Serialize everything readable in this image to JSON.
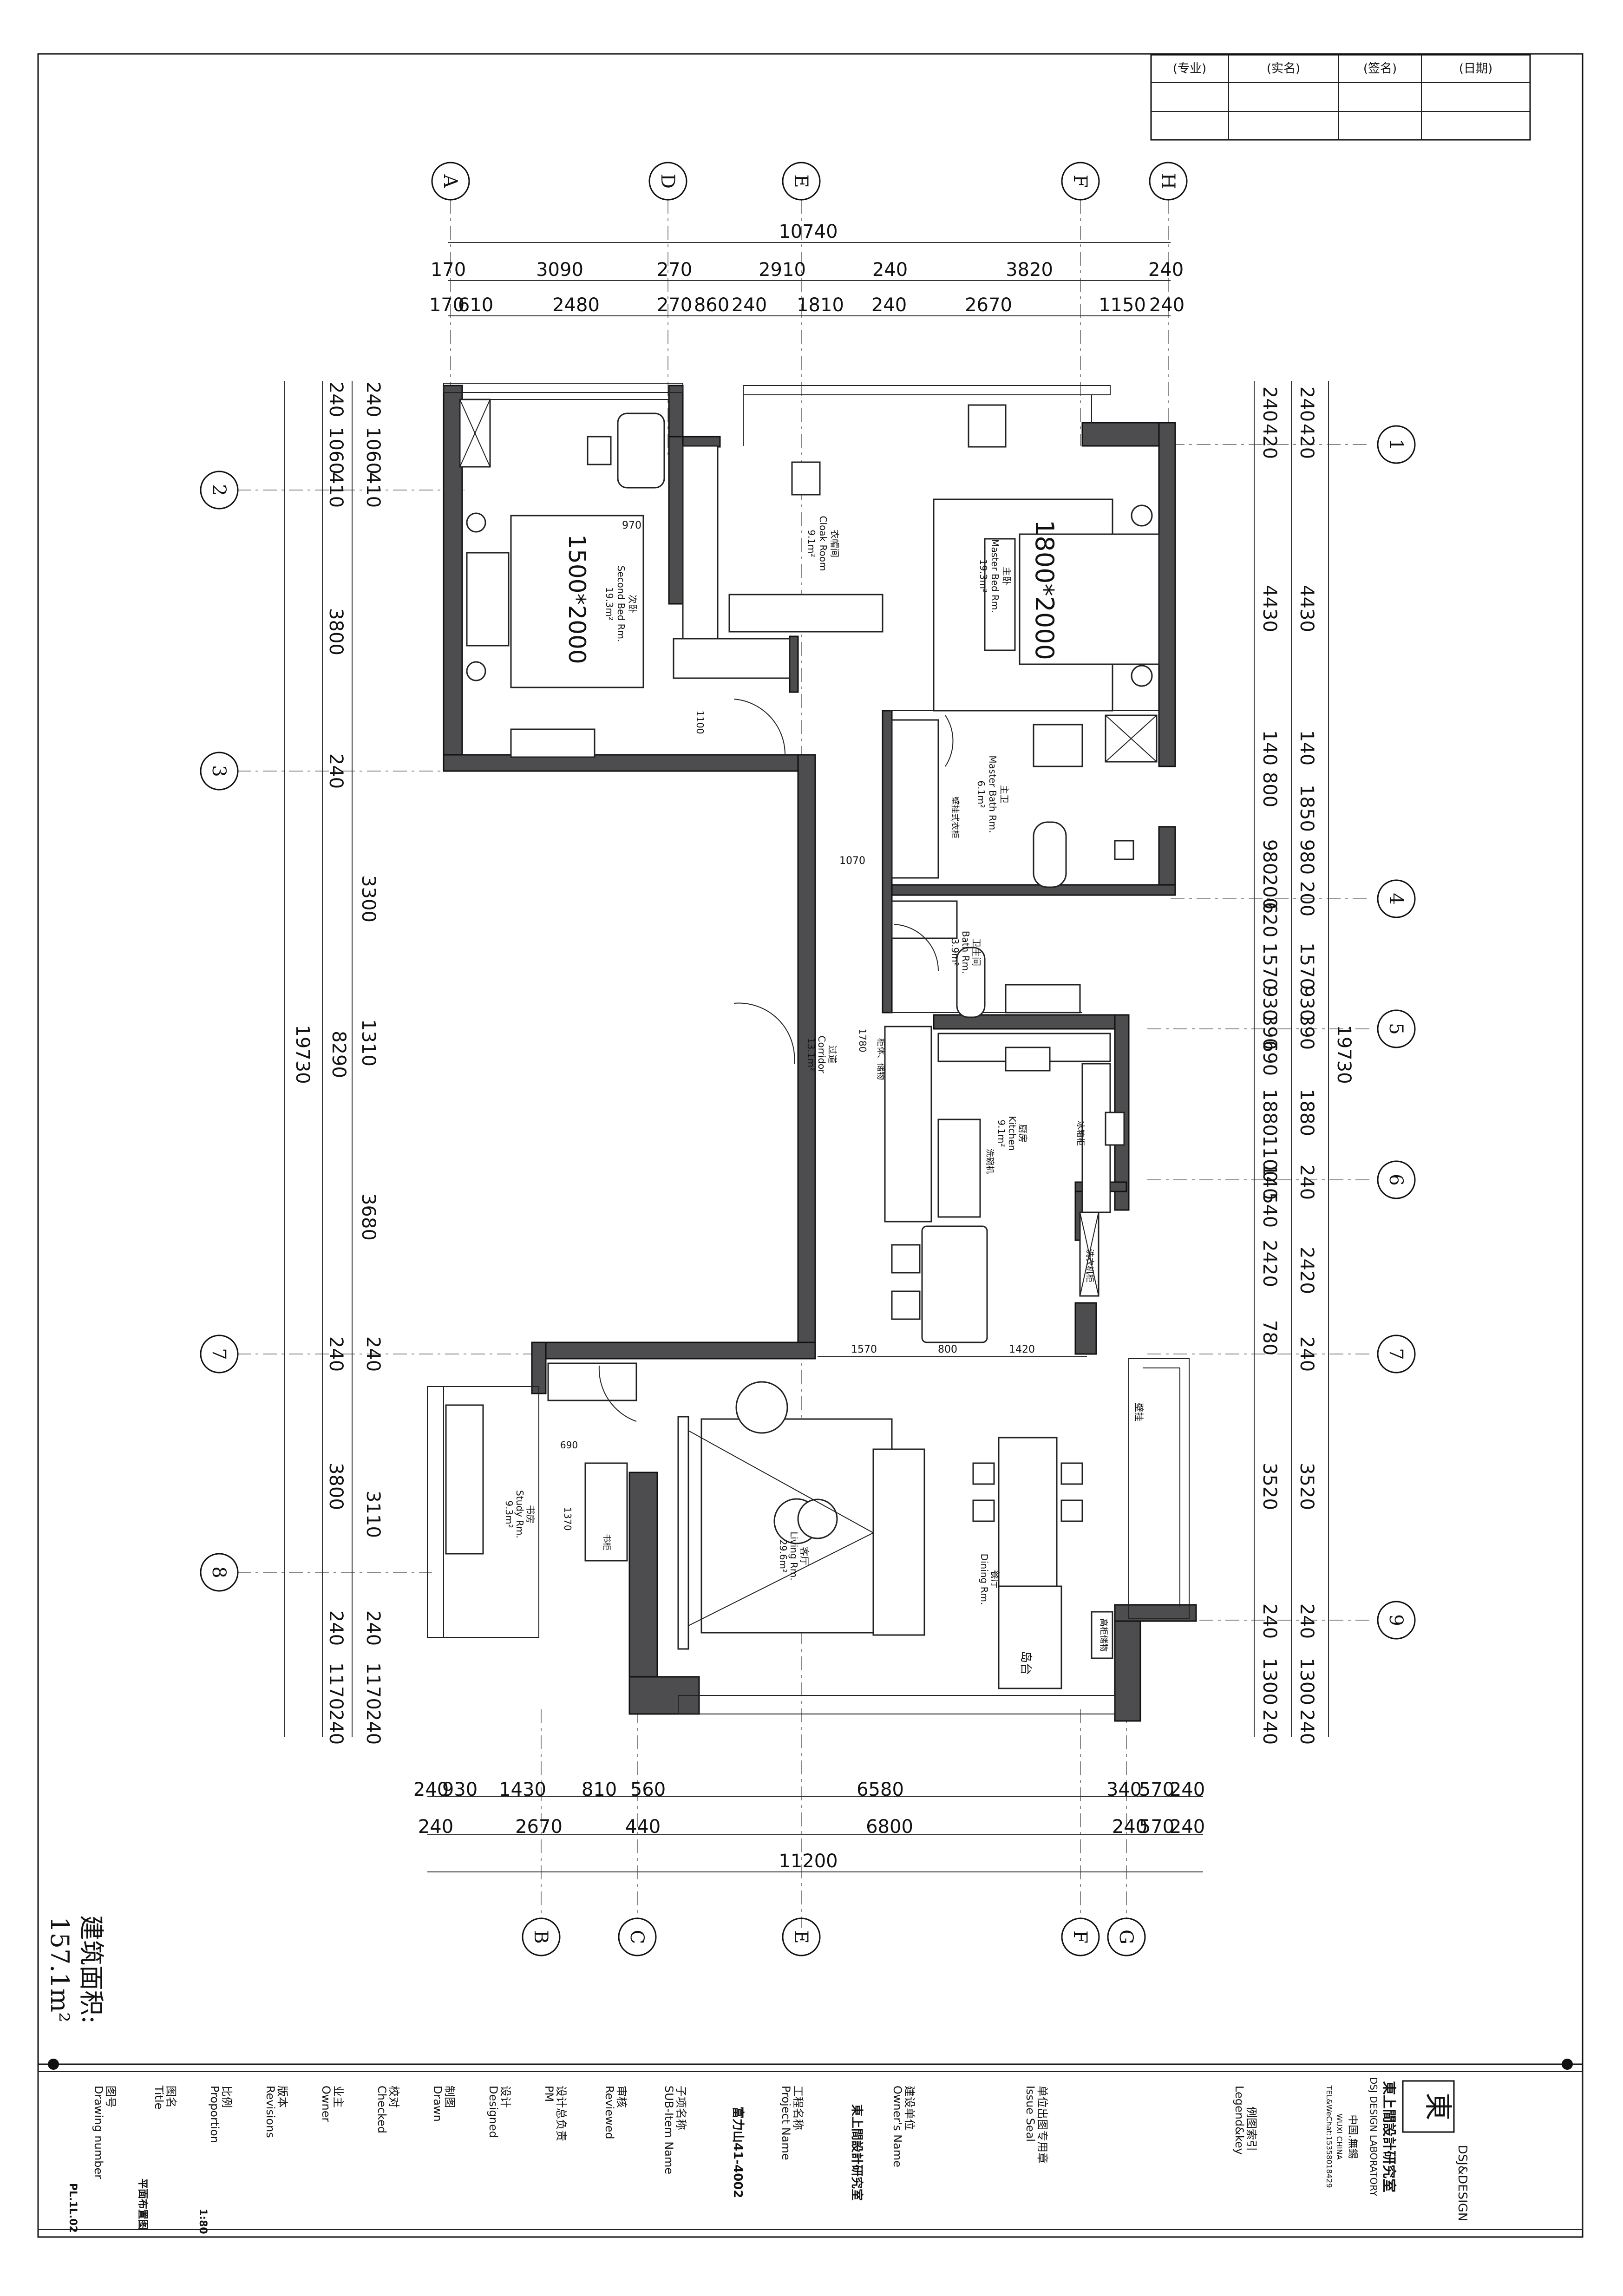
{
  "header_table": {
    "cols": [
      "(专业)",
      "(实名)",
      "(签名)",
      "(日期)"
    ]
  },
  "axes_top": [
    "A",
    "D",
    "E",
    "F",
    "H"
  ],
  "axes_bottom": [
    "B",
    "C",
    "E",
    "F",
    "G"
  ],
  "axes_left": [
    "2",
    "3",
    "7",
    "8"
  ],
  "axes_right": [
    "1",
    "4",
    "5",
    "6",
    "7",
    "9"
  ],
  "dims_top": {
    "total": "10740",
    "row1": [
      "170",
      "3090",
      "270",
      "2910",
      "240",
      "3820",
      "240"
    ],
    "row2": [
      "170",
      "610",
      "2480",
      "270",
      "860",
      "240",
      "1810",
      "240",
      "2670",
      "1150",
      "240"
    ]
  },
  "dims_bottom": {
    "total": "11200",
    "row1": [
      "240",
      "930",
      "1430",
      "810",
      "560",
      "6580",
      "340",
      "570",
      "240"
    ],
    "row2": [
      "240",
      "2670",
      "440",
      "6800",
      "240",
      "570",
      "240"
    ]
  },
  "dims_left": {
    "total": "19730",
    "outer": [
      "8290"
    ],
    "row1": [
      "240",
      "1060",
      "410",
      "3800",
      "240",
      "3300",
      "1310",
      "3680",
      "240",
      "3800",
      "240",
      "1170",
      "240"
    ],
    "row2": [
      "240",
      "1060",
      "410",
      "240",
      "3110",
      "240",
      "1170",
      "240"
    ]
  },
  "dims_right": {
    "total": "19730",
    "row1": [
      "240",
      "420",
      "4430",
      "140",
      "800",
      "980",
      "200",
      "620",
      "1570",
      "930",
      "390",
      "690",
      "1880",
      "1100",
      "140",
      "540",
      "2420",
      "780",
      "3520",
      "240",
      "1300",
      "240"
    ],
    "row2": [
      "240",
      "420",
      "4430",
      "140",
      "1850",
      "980",
      "200",
      "1570",
      "930",
      "390",
      "1880",
      "240",
      "2420",
      "240",
      "3520",
      "240",
      "1300",
      "240"
    ]
  },
  "rooms": {
    "second_bed": {
      "cn": "次卧",
      "en": "Second Bed Rm.",
      "area": "19.3m²",
      "bed": "1500*2000",
      "dim": "970"
    },
    "cloak": {
      "cn": "衣帽间",
      "en": "Cloak Room",
      "area": "9.1m²"
    },
    "master_bed": {
      "cn": "主卧",
      "en": "Master Bed Rm.",
      "area": "19.3m²",
      "bed": "1800*2000"
    },
    "master_bath": {
      "cn": "主卫",
      "en": "Master Bath Rm.",
      "area": "6.1m²",
      "note": "壁挂式衣柜"
    },
    "bath": {
      "cn": "卫生间",
      "en": "Bath Rm.",
      "area": "3.9m²"
    },
    "corridor": {
      "cn": "过道",
      "en": "Corridor",
      "area": "13.1m²",
      "dim": "1780",
      "note": "柜体、储物"
    },
    "kitchen": {
      "cn": "厨房",
      "en": "Kitchen",
      "area": "9.1m²",
      "note1": "冰箱柜",
      "note2": "洗碗机"
    },
    "study": {
      "cn": "书房",
      "en": "Study Rm.",
      "area": "9.3m²",
      "dim1": "690",
      "dim2": "1370"
    },
    "living": {
      "cn": "客厅",
      "en": "Living Rm.",
      "area": "29.6m²"
    },
    "dining": {
      "cn": "餐厅",
      "en": "Dining Rm."
    },
    "island": "岛台",
    "notes": {
      "wall": "壁挂",
      "stor": "高柜储物",
      "laundry": "洗衣机柜",
      "bookcase": "书柜"
    }
  },
  "inner_dims": {
    "d1100": "1100",
    "d1070": "1070",
    "d1570": "1570",
    "d800": "800",
    "d1420": "1420"
  },
  "area_label": {
    "line1": "建筑面积:",
    "line2": "157.1m²"
  },
  "title_block": {
    "company_cn": "東上間設計研究室",
    "company_en": "DSJ DESIGN LABORATORY",
    "logo_text": "DSJ&DESIGN",
    "city": "中国.無錫",
    "city_en": "WUXI CHINA",
    "contact": "TEL&WeChat:15358018429",
    "legend_cn": "例图索引",
    "legend_en": "Legend&key",
    "seal_cn": "单位出图专用章",
    "seal_en": "Issue Seal",
    "owner_cn": "建设单位",
    "owner_en": "Owner's Name",
    "owner_val": "東上間設計研究室",
    "project_cn": "工程名称",
    "project_en": "Project Name",
    "project_val": "富力山41-4002",
    "sub_cn": "子项名称",
    "sub_en": "SUB-Item Name",
    "reviewed_cn": "审核",
    "reviewed_en": "Reviewed",
    "pm_cn": "设计总负责",
    "pm_en": "PM",
    "designed_cn": "设计",
    "designed_en": "Designed",
    "drawn_cn": "制图",
    "drawn_en": "Drawn",
    "checked_cn": "校对",
    "checked_en": "Checked",
    "owner2_cn": "业主",
    "owner2_en": "Owner",
    "revisions_cn": "版本",
    "revisions_en": "Revisions",
    "proportion_cn": "比例",
    "proportion_en": "Proportion",
    "proportion_val": "1:80",
    "title_cn": "图名",
    "title_en": "Title",
    "title_val": "平面布置图",
    "drawing_cn": "图号",
    "drawing_en": "Drawing number",
    "drawing_val": "PL.1L.02"
  }
}
